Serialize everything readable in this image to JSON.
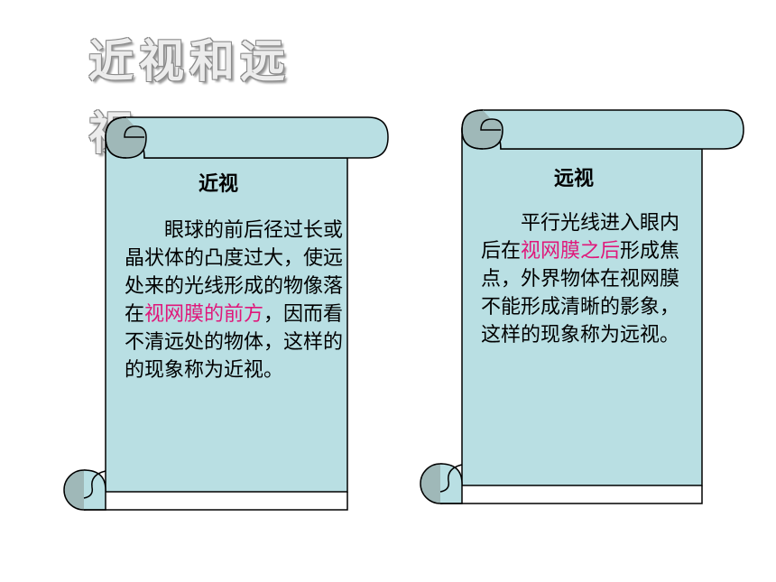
{
  "title": "近视和远视",
  "colors": {
    "scroll_fill": "#b9dfe3",
    "scroll_curl": "#9fb8b8",
    "outline": "#000000",
    "highlight": "#e0177a"
  },
  "myopia": {
    "heading": "近视",
    "before": "眼球的前后径过长或晶状体的凸度过大，使远处来的光线形成的物像落在",
    "highlight": "视网膜的前方",
    "after": "，因而看不清远处的物体，这样的的现象称为近视。"
  },
  "hyperopia": {
    "heading": "远视",
    "before": "平行光线进入眼内后在",
    "highlight": "视网膜之后",
    "after": "形成焦点，外界物体在视网膜不能形成清晰的影象，这样的现象称为远视。"
  }
}
